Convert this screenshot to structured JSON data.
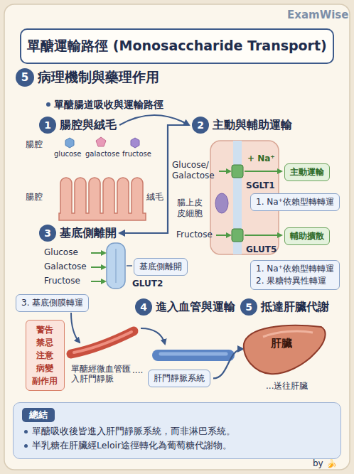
{
  "diagram": {
    "title": "單醣運輸路徑 (Monosaccharide Transport)",
    "nodes": [
      {
        "text": [
          "5",
          "病理機制與藥理作用"
        ]
      },
      {
        "text": [
          "1",
          "腸腔與絨毛"
        ]
      },
      {
        "text": [
          "2",
          "主動與輔助運輸"
        ]
      },
      {
        "text": [
          "主動運輸"
        ]
      },
      {
        "text": [
          "1. Na⁺依賴型轉轉運"
        ]
      },
      {
        "text": [
          "輔助擴散"
        ]
      },
      {
        "text": [
          "1. Na⁺依賴型轉轉運",
          "2. 果糖特異性轉運"
        ]
      },
      {
        "text": [
          "3",
          "基底側離開"
        ]
      },
      {
        "text": [
          "基底側離開"
        ]
      },
      {
        "text": [
          "3. 基底側膜轉運"
        ]
      },
      {
        "text": [
          "警告 禁忌 注意 病變 副作用"
        ]
      },
      {
        "text": [
          "4",
          "進入血管與運輸"
        ]
      },
      {
        "text": [
          "5",
          "抵達肝臟代謝"
        ]
      },
      {
        "text": [
          "肝臟"
        ]
      },
      {
        "text": [
          "肝門靜脈系統"
        ]
      },
      {
        "text": [
          "總結",
          "單醣吸收後皆進入肝門靜脈系統，而非淋巴系統。",
          "半乳糖在肝臟經Leloir途徑轉化為葡萄糖代謝物。"
        ]
      }
    ],
    "edges": [
      {
        "from": 1,
        "to": 2,
        "arrow": "to"
      },
      {
        "from": 2,
        "to": 7,
        "arrow": "to"
      },
      {
        "from": 14,
        "to": 13,
        "arrow": "to"
      }
    ],
    "labels": [
      "ExamWise",
      "單醣腸道吸收與運輸路徑",
      "腸腔",
      "glucose",
      "galactose",
      "fructose",
      "腸腔",
      "絨毛",
      "腸上皮 皮細胞",
      "Glucose/ Galactose",
      "+ Na⁺",
      "SGLT1",
      "Fructose",
      "GLUT5",
      "Glucose",
      "Galactose",
      "Fructose",
      "GLUT2",
      "單醣經微血管匯 入肝門靜脈",
      "....",
      "...送往肝臟",
      "by 🍌"
    ]
  }
}
